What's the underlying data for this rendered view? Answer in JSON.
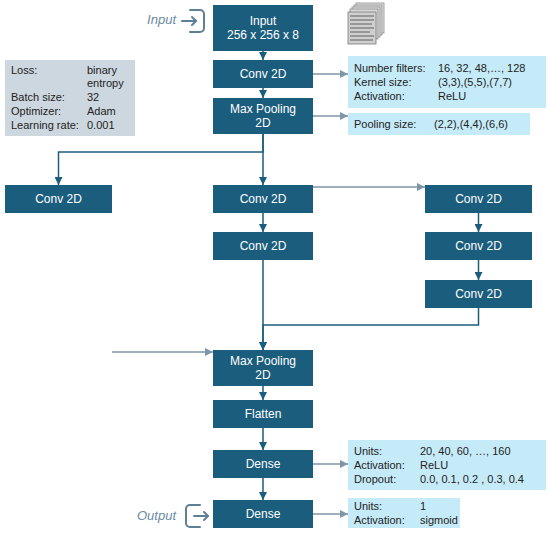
{
  "diagram": {
    "nodes": [
      {
        "text": [
          "Input",
          "256 x 256 x 8"
        ]
      },
      {
        "text": [
          "Loss:",
          "binary entropy",
          "Batch size:",
          "32",
          "Optimizer:",
          "Adam",
          "Learning rate:",
          "0.001"
        ]
      },
      {
        "text": [
          "Conv 2D"
        ]
      },
      {
        "text": [
          "Number filters:",
          "16, 32, 48,…, 128",
          "Kernel size:",
          "(3,3),(5,5),(7,7)",
          "Activation:",
          "ReLU"
        ]
      },
      {
        "text": [
          "Max Pooling 2D"
        ]
      },
      {
        "text": [
          "Pooling size:",
          "(2,2),(4,4),(6,6)"
        ]
      },
      {
        "text": [
          "Conv 2D"
        ]
      },
      {
        "text": [
          "Conv 2D"
        ]
      },
      {
        "text": [
          "Conv 2D"
        ]
      },
      {
        "text": [
          "Conv 2D"
        ]
      },
      {
        "text": [
          "Conv 2D"
        ]
      },
      {
        "text": [
          "Conv 2D"
        ]
      },
      {
        "text": [
          "Max Pooling 2D"
        ]
      },
      {
        "text": [
          "Flatten"
        ]
      },
      {
        "text": [
          "Dense"
        ]
      },
      {
        "text": [
          "Units:",
          "20, 40, 60, …, 160",
          "Activation:",
          "ReLU",
          "Dropout:",
          "0.0, 0.1, 0.2 , 0.3, 0.4"
        ]
      },
      {
        "text": [
          "Dense"
        ]
      },
      {
        "text": [
          "Units:",
          "1",
          "Activation:",
          "sigmoid"
        ]
      }
    ],
    "edges": [
      {
        "from": 0,
        "to": 2,
        "arrow": "to"
      },
      {
        "from": 2,
        "to": 3,
        "arrow": "to"
      },
      {
        "from": 2,
        "to": 4,
        "arrow": "to"
      },
      {
        "from": 4,
        "to": 5,
        "arrow": "to"
      },
      {
        "from": 4,
        "to": 6,
        "arrow": "to"
      },
      {
        "from": 4,
        "to": 7,
        "arrow": "to"
      },
      {
        "from": 4,
        "to": 8,
        "arrow": "to"
      },
      {
        "from": 7,
        "to": 9,
        "arrow": "to"
      },
      {
        "from": 8,
        "to": 10,
        "arrow": "to"
      },
      {
        "from": 10,
        "to": 11,
        "arrow": "to"
      },
      {
        "from": 6,
        "to": 12,
        "arrow": "to"
      },
      {
        "from": 9,
        "to": 12,
        "arrow": "to"
      },
      {
        "from": 11,
        "to": 12,
        "arrow": "to"
      },
      {
        "from": 12,
        "to": 13,
        "arrow": "to"
      },
      {
        "from": 13,
        "to": 14,
        "arrow": "to"
      },
      {
        "from": 14,
        "to": 15,
        "arrow": "to"
      },
      {
        "from": 14,
        "to": 16,
        "arrow": "to"
      },
      {
        "from": 16,
        "to": 17,
        "arrow": "to"
      }
    ],
    "labels": [
      "Input",
      "Output"
    ]
  }
}
